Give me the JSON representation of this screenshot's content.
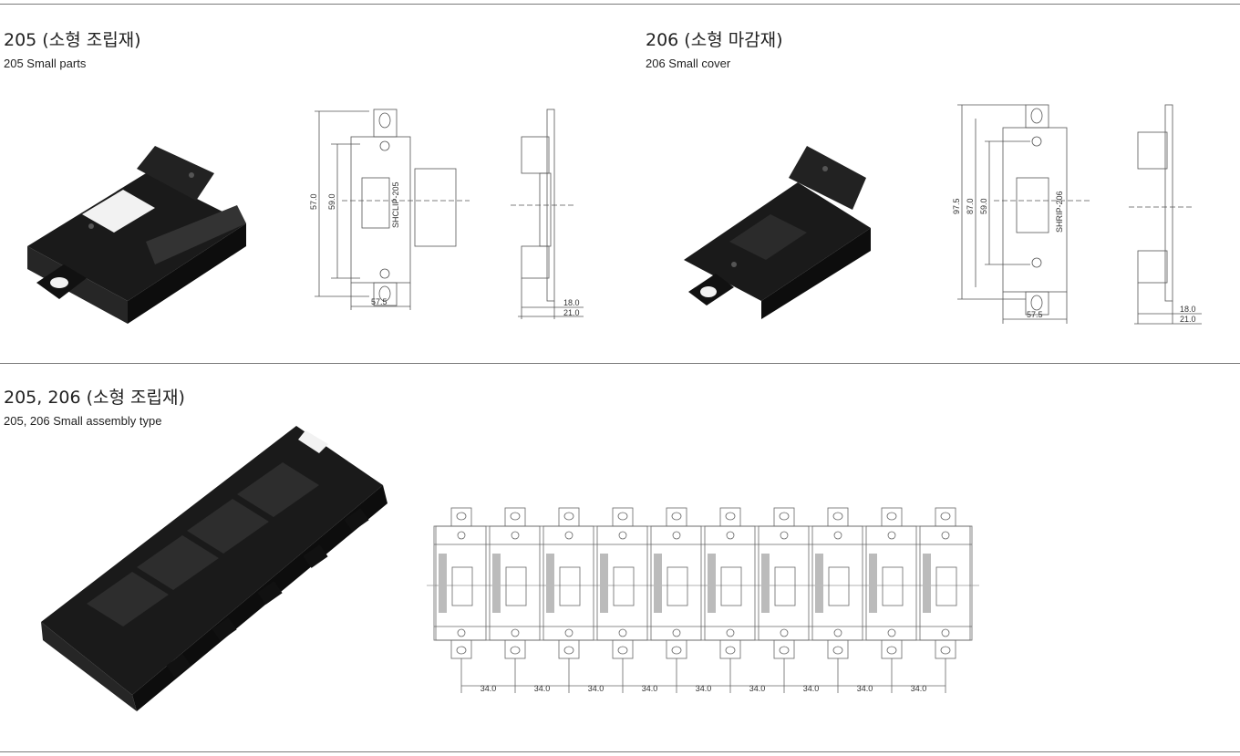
{
  "sections": [
    {
      "title": "205 (소형 조립재)",
      "subtitle": "205 Small parts",
      "dims": {
        "height_outer": "57.0",
        "height_inner": "59.0",
        "width": "57.5",
        "depth_inner": "18.0",
        "depth_outer": "21.0"
      },
      "part_mark": "SHCLIP-205"
    },
    {
      "title": "206 (소형 마감재)",
      "subtitle": "206 Small cover",
      "dims": {
        "height_total": "97.5",
        "height_outer": "87.0",
        "height_inner": "59.0",
        "width": "57.5",
        "depth_inner": "18.0",
        "depth_outer": "21.0"
      },
      "part_mark": "SHRIP-206"
    },
    {
      "title": "205, 206 (소형 조립재)",
      "subtitle": "205, 206 Small assembly type",
      "pitch_labels": [
        "34.0",
        "34.0",
        "34.0",
        "34.0",
        "34.0",
        "34.0",
        "34.0",
        "34.0",
        "34.0"
      ]
    }
  ]
}
